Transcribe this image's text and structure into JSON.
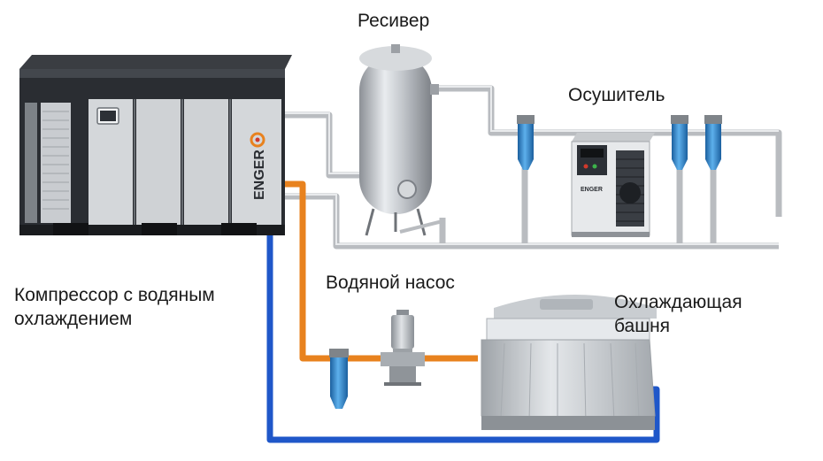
{
  "labels": {
    "receiver": "Ресивер",
    "dryer": "Осушитель",
    "compressor_line1": "Компрессор с водяным",
    "compressor_line2": "охлаждением",
    "pump": "Водяной насос",
    "tower_line1": "Охлаждающая",
    "tower_line2": "башня"
  },
  "brand": {
    "compressor_logo": "ENGER",
    "dryer_logo": "ENGER"
  },
  "colors": {
    "air_pipe": "#b9bcc0",
    "hot_water_pipe": "#e8821e",
    "cold_water_pipe": "#1f57c9",
    "filter": "#2b86cf",
    "compressor_body": "#2a2d32",
    "panel": "#c9ccd0",
    "tank": "#b8bcc1",
    "tower": "#c4c8cc"
  }
}
